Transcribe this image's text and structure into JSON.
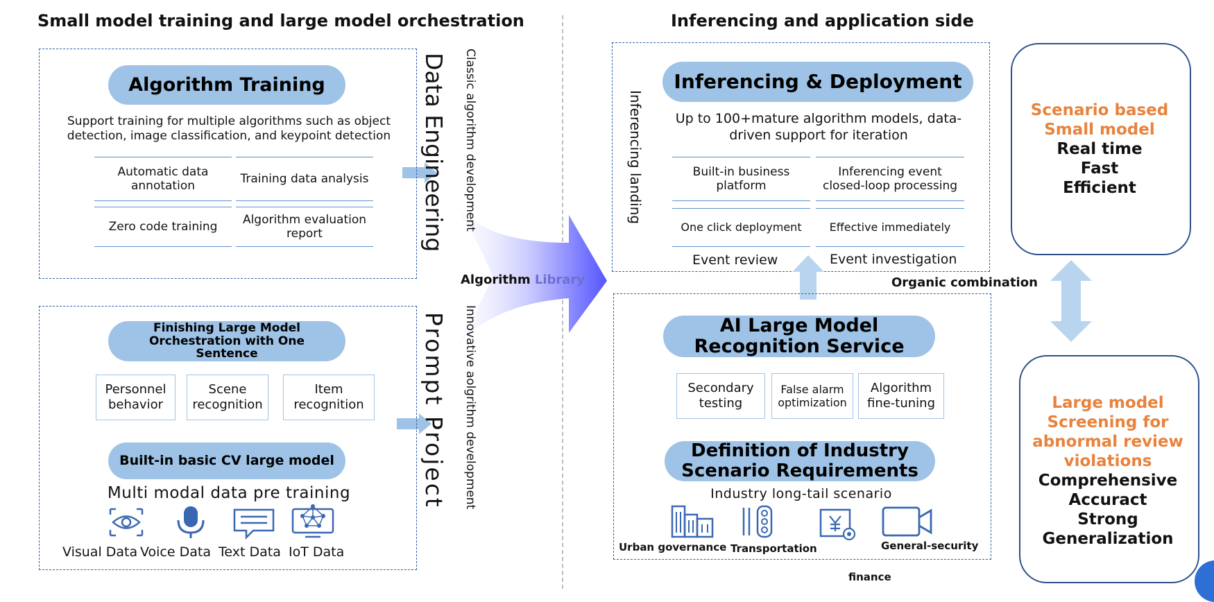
{
  "left": {
    "heading": "Small model training and large model orchestration",
    "training": {
      "title": "Algorithm Training",
      "desc_line1": "Support training for multiple algorithms such as object",
      "desc_line2": "detection, image classification, and keypoint detection",
      "cells": [
        "Automatic data annotation",
        "Training data analysis",
        "Zero code training",
        "Algorithm evaluation report"
      ],
      "side_label": "Data Engineering"
    },
    "orchestration": {
      "title": "Finishing Large Model Orchestration with One Sentence",
      "cells": [
        "Personnel behavior",
        "Scene recognition",
        "Item recognition"
      ],
      "cv_title": "Built-in basic CV large model",
      "pretrain": "Multi modal data pre training",
      "data_types": [
        "Visual Data",
        "Voice Data",
        "Text Data",
        "IoT Data"
      ],
      "side_label": "Prompt Project"
    }
  },
  "middle": {
    "classic_label": "Classic algorithm development",
    "innovative_label": "Innovative aolgrithm development",
    "library_part1": "Algorithm ",
    "library_part2": "Library"
  },
  "right": {
    "heading": "Inferencing and application side",
    "inferencing": {
      "side_label": "Inferencing landing",
      "title": "Inferencing & Deployment",
      "desc_line1": "Up to 100+mature algorithm models, data-",
      "desc_line2": "driven support for iteration",
      "cells": [
        "Built-in business platform",
        "Inferencing event closed-loop processing",
        "One click deployment",
        "Effective immediately"
      ],
      "footer": [
        "Event review",
        "Event investigation"
      ]
    },
    "organic": "Organic combination",
    "large_model": {
      "title_line1": "AI Large Model",
      "title_line2": "Recognition Service",
      "cells": [
        "Secondary testing",
        "False alarm optimization",
        "Algorithm fine-tuning"
      ],
      "req_line1": "Definition of Industry",
      "req_line2": "Scenario Requirements",
      "longtail": "Industry long-tail scenario",
      "industries": [
        "Urban governance",
        "Transportation",
        "General-security"
      ],
      "finance": "finance"
    },
    "small_card": {
      "orange_lines": [
        "Scenario based",
        "Small model"
      ],
      "black_lines": [
        "Real time",
        "Fast",
        "Efficient"
      ]
    },
    "large_card": {
      "orange_lines": [
        "Large model",
        "Screening for",
        "abnormal review",
        "violations"
      ],
      "black_lines": [
        "Comprehensive",
        "Accuract",
        "Strong",
        "Generalization"
      ]
    }
  },
  "colors": {
    "pill": "#9ec3e6",
    "border": "#2e5fa8",
    "orange": "#e8823c",
    "arrow": "#5b5bff"
  },
  "icons": [
    "eye-icon",
    "microphone-icon",
    "message-icon",
    "iot-icon",
    "buildings-icon",
    "traffic-light-icon",
    "finance-icon",
    "camera-icon"
  ]
}
